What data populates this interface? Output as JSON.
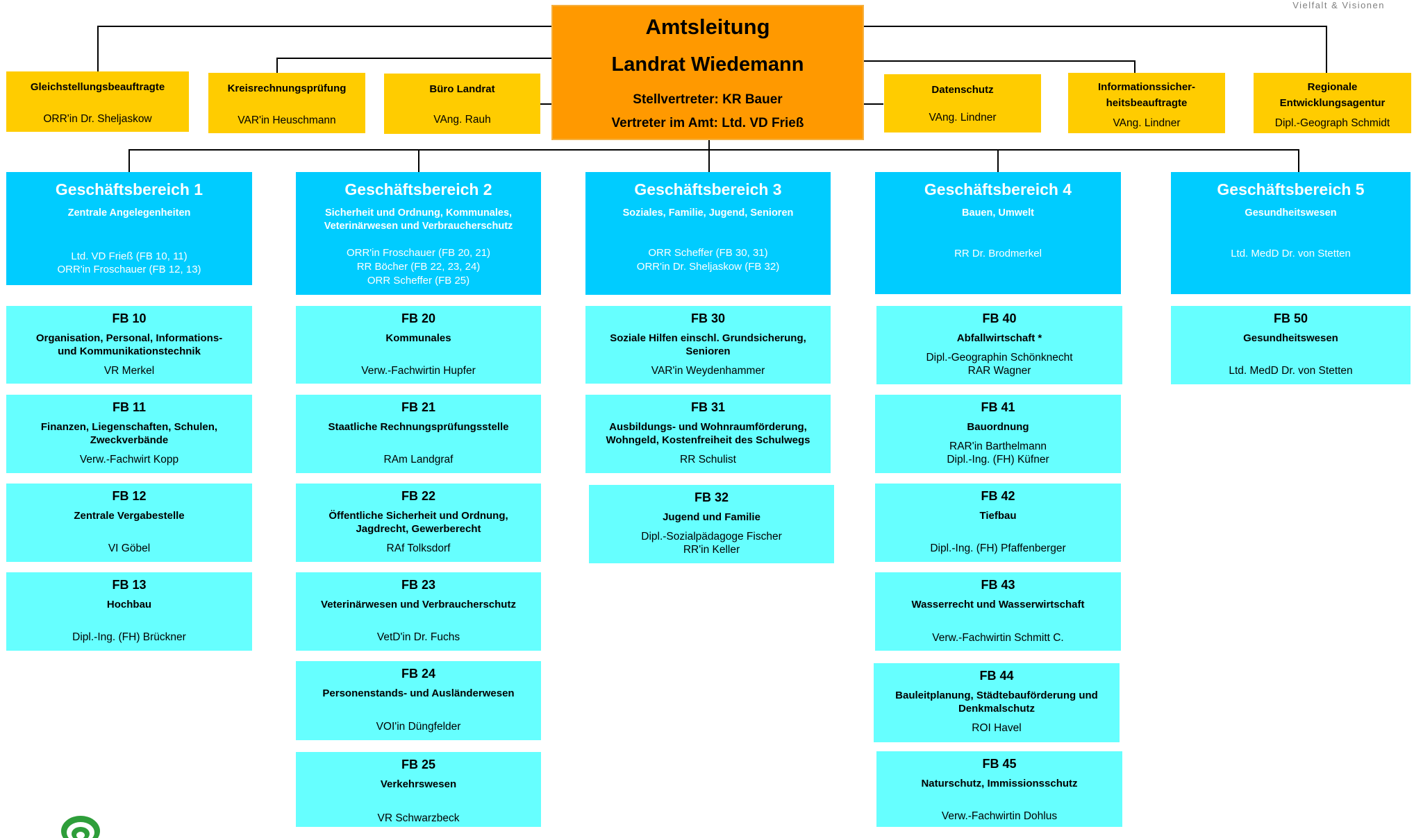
{
  "header": {
    "tagline": "Vielfalt & Visionen"
  },
  "head": {
    "title": "Amtsleitung",
    "name": "Landrat Wiedemann",
    "deputy": "Stellvertreter: KR Bauer",
    "representative": "Vertreter im Amt: Ltd. VD Frieß"
  },
  "staff": [
    {
      "title": "Gleichstellungsbeauftragte",
      "person": "ORR'in Dr. Sheljaskow"
    },
    {
      "title": "Kreisrechnungsprüfung",
      "person": "VAR'in Heuschmann"
    },
    {
      "title": "Büro Landrat",
      "person": "VAng. Rauh"
    },
    {
      "title": "Datenschutz",
      "person": "VAng. Lindner"
    },
    {
      "title": "Informationssicher-heitsbeauftragte",
      "title_l1": "Informationssicher-",
      "title_l2": "heitsbeauftragte",
      "person": "VAng. Lindner"
    },
    {
      "title": "Regionale Entwicklungsagentur",
      "title_l1": "Regionale",
      "title_l2": "Entwicklungsagentur",
      "person": "Dipl.-Geograph Schmidt"
    }
  ],
  "divisions": [
    {
      "title": "Geschäftsbereich 1",
      "subtitle": [
        "Zentrale Angelegenheiten"
      ],
      "persons": [
        "Ltd. VD Frieß (FB 10, 11)",
        "ORR'in Froschauer (FB 12, 13)"
      ],
      "departments": [
        {
          "code": "FB 10",
          "name": [
            "Organisation, Personal, Informations-",
            "und Kommunikationstechnik"
          ],
          "persons": [
            "VR Merkel"
          ]
        },
        {
          "code": "FB 11",
          "name": [
            "Finanzen, Liegenschaften, Schulen,",
            "Zweckverbände"
          ],
          "persons": [
            "Verw.-Fachwirt Kopp"
          ]
        },
        {
          "code": "FB 12",
          "name": [
            "Zentrale Vergabestelle"
          ],
          "persons": [
            "VI Göbel"
          ]
        },
        {
          "code": "FB 13",
          "name": [
            "Hochbau"
          ],
          "persons": [
            "Dipl.-Ing. (FH) Brückner"
          ]
        }
      ]
    },
    {
      "title": "Geschäftsbereich 2",
      "subtitle": [
        "Sicherheit und Ordnung, Kommunales,",
        "Veterinärwesen und Verbraucherschutz"
      ],
      "persons": [
        "ORR'in Froschauer (FB 20, 21)",
        "RR Böcher (FB 22, 23, 24)",
        "ORR Scheffer (FB 25)"
      ],
      "departments": [
        {
          "code": "FB 20",
          "name": [
            "Kommunales"
          ],
          "persons": [
            "Verw.-Fachwirtin Hupfer"
          ]
        },
        {
          "code": "FB 21",
          "name": [
            "Staatliche Rechnungsprüfungsstelle"
          ],
          "persons": [
            "RAm  Landgraf"
          ]
        },
        {
          "code": "FB 22",
          "name": [
            "Öffentliche Sicherheit und Ordnung,",
            "Jagdrecht, Gewerberecht"
          ],
          "persons": [
            "RAf Tolksdorf"
          ]
        },
        {
          "code": "FB 23",
          "name": [
            "Veterinärwesen und Verbraucherschutz"
          ],
          "persons": [
            "VetD'in Dr. Fuchs"
          ]
        },
        {
          "code": "FB 24",
          "name": [
            "Personenstands- und Ausländerwesen"
          ],
          "persons": [
            "VOI'in Düngfelder"
          ]
        },
        {
          "code": "FB 25",
          "name": [
            "Verkehrswesen"
          ],
          "persons": [
            "VR Schwarzbeck"
          ]
        }
      ]
    },
    {
      "title": "Geschäftsbereich 3",
      "subtitle": [
        "Soziales, Familie, Jugend, Senioren"
      ],
      "persons": [
        "ORR Scheffer (FB 30, 31)",
        "ORR'in Dr. Sheljaskow (FB 32)"
      ],
      "departments": [
        {
          "code": "FB 30",
          "name": [
            "Soziale Hilfen einschl. Grundsicherung,",
            "Senioren"
          ],
          "persons": [
            "VAR'in Weydenhammer"
          ]
        },
        {
          "code": "FB 31",
          "name": [
            "Ausbildungs- und Wohnraumförderung,",
            "Wohngeld, Kostenfreiheit des Schulwegs"
          ],
          "persons": [
            "RR Schulist"
          ]
        },
        {
          "code": "FB 32",
          "name": [
            "Jugend und Familie"
          ],
          "persons": [
            "Dipl.-Sozialpädagoge Fischer",
            "RR'in Keller"
          ]
        }
      ]
    },
    {
      "title": "Geschäftsbereich 4",
      "subtitle": [
        "Bauen, Umwelt"
      ],
      "persons": [
        "RR Dr. Brodmerkel"
      ],
      "departments": [
        {
          "code": "FB 40",
          "name": [
            "Abfallwirtschaft *"
          ],
          "persons": [
            "Dipl.-Geographin Schönknecht",
            "RAR Wagner"
          ]
        },
        {
          "code": "FB 41",
          "name": [
            "Bauordnung"
          ],
          "persons": [
            "RAR'in Barthelmann",
            "Dipl.-Ing. (FH) Küfner"
          ]
        },
        {
          "code": "FB 42",
          "name": [
            "Tiefbau"
          ],
          "persons": [
            "Dipl.-Ing. (FH) Pfaffenberger"
          ]
        },
        {
          "code": "FB 43",
          "name": [
            "Wasserrecht und Wasserwirtschaft"
          ],
          "persons": [
            "Verw.-Fachwirtin Schmitt C."
          ]
        },
        {
          "code": "FB 44",
          "name": [
            "Bauleitplanung, Städtebauförderung und",
            "Denkmalschutz"
          ],
          "persons": [
            "ROI Havel"
          ]
        },
        {
          "code": "FB 45",
          "name": [
            "Naturschutz, Immissionsschutz"
          ],
          "persons": [
            "Verw.-Fachwirtin Dohlus"
          ]
        }
      ]
    },
    {
      "title": "Geschäftsbereich 5",
      "subtitle": [
        "Gesundheitswesen"
      ],
      "persons": [
        "Ltd. MedD Dr. von Stetten"
      ],
      "departments": [
        {
          "code": "FB 50",
          "name": [
            "Gesundheitswesen"
          ],
          "persons": [
            "Ltd. MedD Dr. von Stetten"
          ]
        }
      ]
    }
  ],
  "colors": {
    "head": "#ff9900",
    "staff": "#ffcc00",
    "division": "#00ccff",
    "department": "#66ffff",
    "connector": "#000000"
  }
}
